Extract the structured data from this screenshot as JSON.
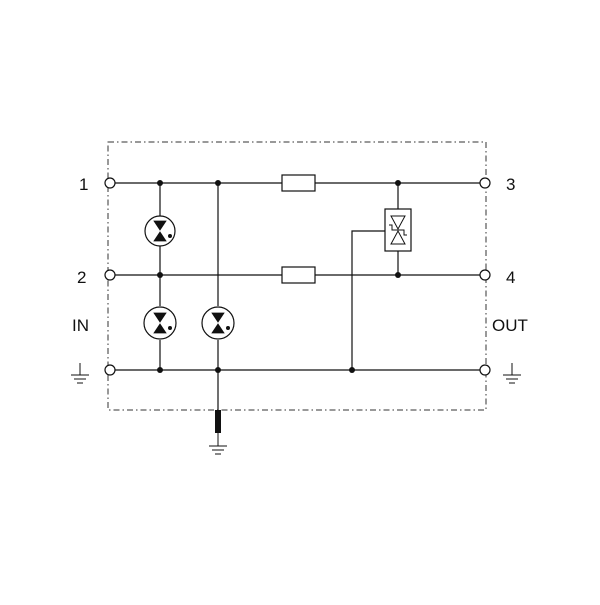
{
  "diagram": {
    "terminals": {
      "t1": "1",
      "t2": "2",
      "t3": "3",
      "t4": "4"
    },
    "side_labels": {
      "input": "IN",
      "output": "OUT"
    },
    "colors": {
      "line": "#111111",
      "enclosure": "#333333",
      "background": "#ffffff"
    }
  }
}
